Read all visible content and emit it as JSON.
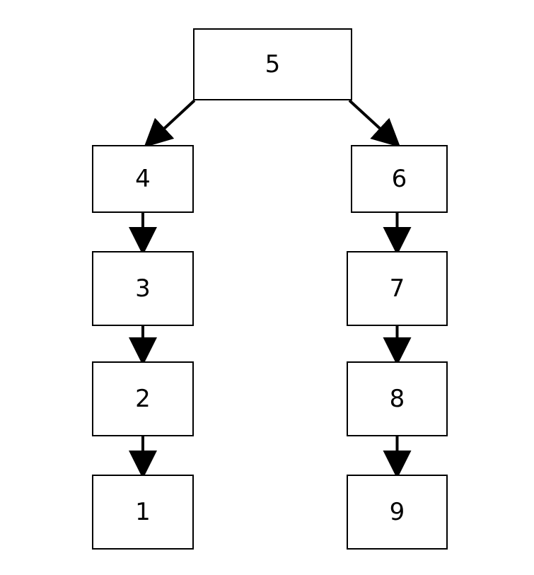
{
  "diagram": {
    "type": "tree",
    "nodes": [
      {
        "id": "5",
        "label": "5"
      },
      {
        "id": "4",
        "label": "4"
      },
      {
        "id": "3",
        "label": "3"
      },
      {
        "id": "2",
        "label": "2"
      },
      {
        "id": "1",
        "label": "1"
      },
      {
        "id": "6",
        "label": "6"
      },
      {
        "id": "7",
        "label": "7"
      },
      {
        "id": "8",
        "label": "8"
      },
      {
        "id": "9",
        "label": "9"
      }
    ],
    "edges": [
      {
        "from": "5",
        "to": "4"
      },
      {
        "from": "5",
        "to": "6"
      },
      {
        "from": "4",
        "to": "3"
      },
      {
        "from": "3",
        "to": "2"
      },
      {
        "from": "2",
        "to": "1"
      },
      {
        "from": "6",
        "to": "7"
      },
      {
        "from": "7",
        "to": "8"
      },
      {
        "from": "8",
        "to": "9"
      }
    ],
    "colors": {
      "stroke": "#000000",
      "fill": "#ffffff",
      "text": "#000000"
    }
  }
}
